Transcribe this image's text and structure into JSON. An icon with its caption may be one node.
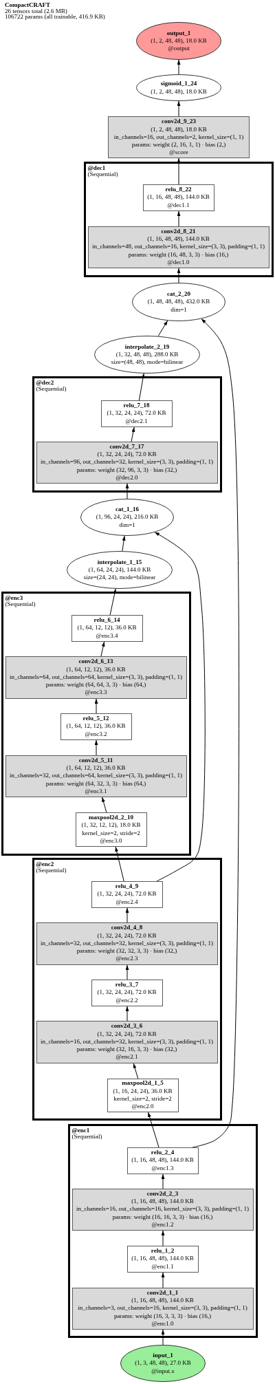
{
  "diagram": {
    "title": "CompactCRAFT",
    "nodes": [
      {
        "text": [
          "output_1",
          "(1, 2, 48, 48), 18.0 KB",
          "@output"
        ]
      },
      {
        "text": [
          "sigmoid_1_24",
          "(1, 2, 48, 48), 18.0 KB"
        ]
      },
      {
        "text": [
          "conv2d_9_23",
          "(1, 2, 48, 48), 18.0 KB",
          "in_channels=16, out_channels=2, kernel_size=(1, 1)",
          "params: weight (2, 16, 1, 1) · bias (2,)",
          "@score"
        ]
      },
      {
        "text": [
          "@dec1",
          "(Sequential)"
        ]
      },
      {
        "text": [
          "relu_8_22",
          "(1, 16, 48, 48), 144.0 KB",
          "@dec1.1"
        ],
        "in": 3
      },
      {
        "text": [
          "conv2d_8_21",
          "(1, 16, 48, 48), 144.0 KB",
          "in_channels=48, out_channels=16, kernel_size=(3, 3), padding=(1, 1)",
          "params: weight (16, 48, 3, 3) · bias (16,)",
          "@dec1.0"
        ],
        "in": 3
      },
      {
        "text": [
          "cat_2_20",
          "(1, 48, 48, 48), 432.0 KB",
          "dim=1"
        ]
      },
      {
        "text": [
          "interpolate_2_19",
          "(1, 32, 48, 48), 288.0 KB",
          "size=(48, 48), mode=bilinear"
        ]
      },
      {
        "text": [
          "@dec2",
          "(Sequential)"
        ]
      },
      {
        "text": [
          "relu_7_18",
          "(1, 32, 24, 24), 72.0 KB",
          "@dec2.1"
        ],
        "in": 8
      },
      {
        "text": [
          "conv2d_7_17",
          "(1, 32, 24, 24), 72.0 KB",
          "in_channels=96, out_channels=32, kernel_size=(3, 3), padding=(1, 1)",
          "params: weight (32, 96, 3, 3) · bias (32,)",
          "@dec2.0"
        ],
        "in": 8
      },
      {
        "text": [
          "cat_1_16",
          "(1, 96, 24, 24), 216.0 KB",
          "dim=1"
        ]
      },
      {
        "text": [
          "interpolate_1_15",
          "(1, 64, 24, 24), 144.0 KB",
          "size=(24, 24), mode=bilinear"
        ]
      },
      {
        "text": [
          "@enc3",
          "(Sequential)"
        ]
      },
      {
        "text": [
          "relu_6_14",
          "(1, 64, 12, 12), 36.0 KB",
          "@enc3.4"
        ],
        "in": 13
      },
      {
        "text": [
          "conv2d_6_13",
          "(1, 64, 12, 12), 36.0 KB",
          "in_channels=64, out_channels=64, kernel_size=(3, 3), padding=(1, 1)",
          "params: weight (64, 64, 3, 3) · bias (64,)",
          "@enc3.3"
        ],
        "in": 13
      },
      {
        "text": [
          "relu_5_12",
          "(1, 64, 12, 12), 36.0 KB",
          "@enc3.2"
        ],
        "in": 13
      },
      {
        "text": [
          "conv2d_5_11",
          "(1, 64, 12, 12), 36.0 KB",
          "in_channels=32, out_channels=64, kernel_size=(3, 3), padding=(1, 1)",
          "params: weight (64, 32, 3, 3) · bias (64,)",
          "@enc3.1"
        ],
        "in": 13
      },
      {
        "text": [
          "maxpool2d_2_10",
          "(1, 32, 12, 12), 18.0 KB",
          "kernel_size=2, stride=2",
          "@enc3.0"
        ],
        "in": 13
      },
      {
        "text": [
          "@enc2",
          "(Sequential)"
        ]
      },
      {
        "text": [
          "relu_4_9",
          "(1, 32, 24, 24), 72.0 KB",
          "@enc2.4"
        ],
        "in": 19
      },
      {
        "text": [
          "conv2d_4_8",
          "(1, 32, 24, 24), 72.0 KB",
          "in_channels=32, out_channels=32, kernel_size=(3, 3), padding=(1, 1)",
          "params: weight (32, 32, 3, 3) · bias (32,)",
          "@enc2.3"
        ],
        "in": 19
      },
      {
        "text": [
          "relu_3_7",
          "(1, 32, 24, 24), 72.0 KB",
          "@enc2.2"
        ],
        "in": 19
      },
      {
        "text": [
          "conv2d_3_6",
          "(1, 32, 24, 24), 72.0 KB",
          "in_channels=16, out_channels=32, kernel_size=(3, 3), padding=(1, 1)",
          "params: weight (32, 16, 3, 3) · bias (32,)",
          "@enc2.1"
        ],
        "in": 19
      },
      {
        "text": [
          "maxpool2d_1_5",
          "(1, 16, 24, 24), 36.0 KB",
          "kernel_size=2, stride=2",
          "@enc2.0"
        ],
        "in": 19
      },
      {
        "text": [
          "@enc1",
          "(Sequential)"
        ]
      },
      {
        "text": [
          "relu_2_4",
          "(1, 16, 48, 48), 144.0 KB",
          "@enc1.3"
        ],
        "in": 25
      },
      {
        "text": [
          "conv2d_2_3",
          "(1, 16, 48, 48), 144.0 KB",
          "in_channels=16, out_channels=16, kernel_size=(3, 3), padding=(1, 1)",
          "params: weight (16, 16, 3, 3) · bias (16,)",
          "@enc1.2"
        ],
        "in": 25
      },
      {
        "text": [
          "relu_1_2",
          "(1, 16, 48, 48), 144.0 KB",
          "@enc1.1"
        ],
        "in": 25
      },
      {
        "text": [
          "conv2d_1_1",
          "(1, 16, 48, 48), 144.0 KB",
          "in_channels=3, out_channels=16, kernel_size=(3, 3), padding=(1, 1)",
          "params: weight (16, 3, 3, 3) · bias (16,)",
          "@enc1.0"
        ],
        "in": 25
      },
      {
        "text": [
          "input_1",
          "(1, 3, 48, 48), 27.0 KB",
          "@input.x"
        ]
      }
    ],
    "edges": [
      {
        "from": 30,
        "to": 29,
        "arrow": "to"
      },
      {
        "from": 29,
        "to": 28,
        "arrow": "to"
      },
      {
        "from": 28,
        "to": 27,
        "arrow": "to"
      },
      {
        "from": 27,
        "to": 26,
        "arrow": "to"
      },
      {
        "from": 26,
        "to": 24,
        "arrow": "to"
      },
      {
        "from": 24,
        "to": 23,
        "arrow": "to"
      },
      {
        "from": 23,
        "to": 22,
        "arrow": "to"
      },
      {
        "from": 22,
        "to": 21,
        "arrow": "to"
      },
      {
        "from": 21,
        "to": 20,
        "arrow": "to"
      },
      {
        "from": 20,
        "to": 18,
        "arrow": "to"
      },
      {
        "from": 18,
        "to": 17,
        "arrow": "to"
      },
      {
        "from": 17,
        "to": 16,
        "arrow": "to"
      },
      {
        "from": 16,
        "to": 15,
        "arrow": "to"
      },
      {
        "from": 15,
        "to": 14,
        "arrow": "to"
      },
      {
        "from": 14,
        "to": 12,
        "arrow": "to"
      },
      {
        "from": 12,
        "to": 11,
        "arrow": "to"
      },
      {
        "from": 20,
        "to": 11,
        "arrow": "to"
      },
      {
        "from": 11,
        "to": 10,
        "arrow": "to"
      },
      {
        "from": 10,
        "to": 9,
        "arrow": "to"
      },
      {
        "from": 9,
        "to": 7,
        "arrow": "to"
      },
      {
        "from": 7,
        "to": 6,
        "arrow": "to"
      },
      {
        "from": 26,
        "to": 6,
        "arrow": "to"
      },
      {
        "from": 6,
        "to": 5,
        "arrow": "to"
      },
      {
        "from": 5,
        "to": 4,
        "arrow": "to"
      },
      {
        "from": 4,
        "to": 2,
        "arrow": "to"
      },
      {
        "from": 2,
        "to": 1,
        "arrow": "to"
      },
      {
        "from": 1,
        "to": 0,
        "arrow": "to"
      }
    ],
    "labels": [
      "26 tensors total (2.6 MB)",
      "106722 params (all trainable, 416.9 KB)"
    ]
  }
}
